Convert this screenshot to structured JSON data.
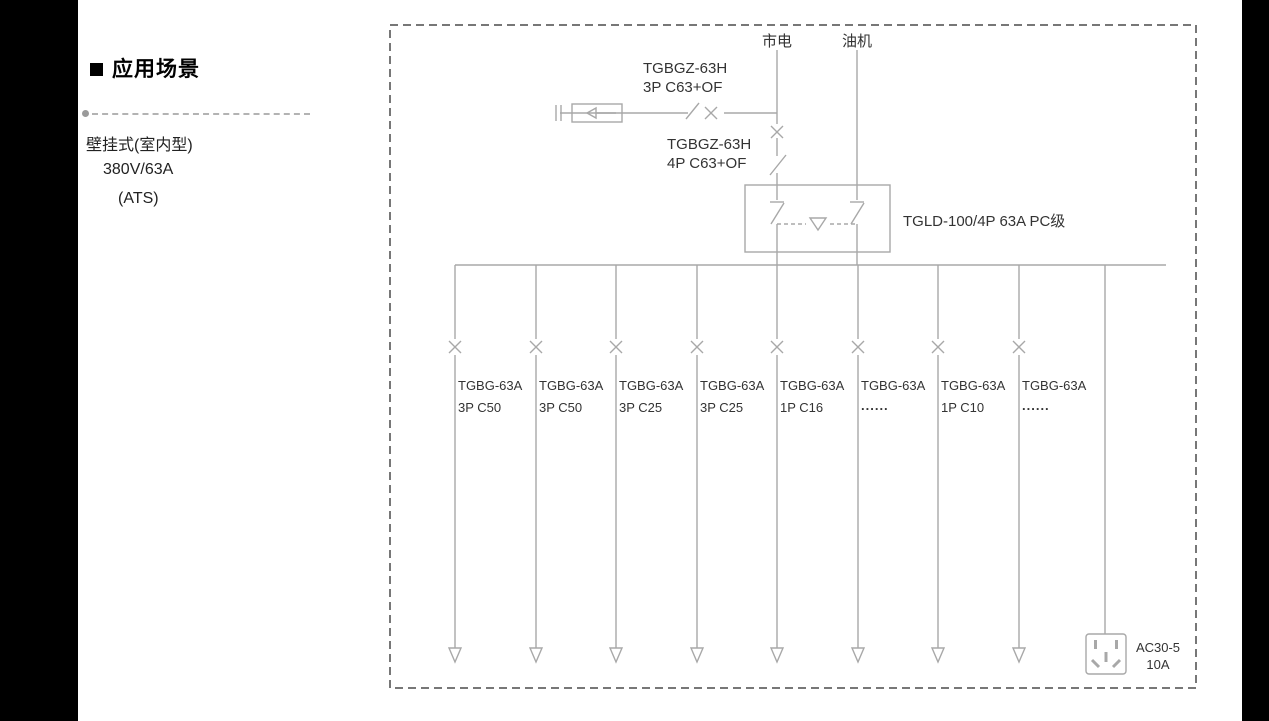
{
  "sidebar": {
    "title": "应用场景",
    "item1": "壁挂式(室内型)",
    "item2": "380V/63A",
    "item3": "(ATS)"
  },
  "diagram": {
    "mains_label": "市电",
    "genset_label": "油机",
    "branch_breaker_model": "TGBGZ-63H",
    "branch_breaker_spec": "3P C63+OF",
    "main_breaker_model": "TGBGZ-63H",
    "main_breaker_spec": "4P C63+OF",
    "ats_label": "TGLD-100/4P 63A PC级",
    "feeders": [
      {
        "model": "TGBG-63A",
        "spec": "3P C50"
      },
      {
        "model": "TGBG-63A",
        "spec": "3P C50"
      },
      {
        "model": "TGBG-63A",
        "spec": "3P C25"
      },
      {
        "model": "TGBG-63A",
        "spec": "3P C25"
      },
      {
        "model": "TGBG-63A",
        "spec": "1P C16"
      },
      {
        "model": "TGBG-63A",
        "spec": "......"
      },
      {
        "model": "TGBG-63A",
        "spec": "1P C10"
      },
      {
        "model": "TGBG-63A",
        "spec": "......"
      }
    ],
    "socket_model": "AC30-5",
    "socket_rating": "10A"
  },
  "colors": {
    "line_gray": "#a8a8a8",
    "border_dash": "#4a4a4a",
    "text": "#333333"
  }
}
